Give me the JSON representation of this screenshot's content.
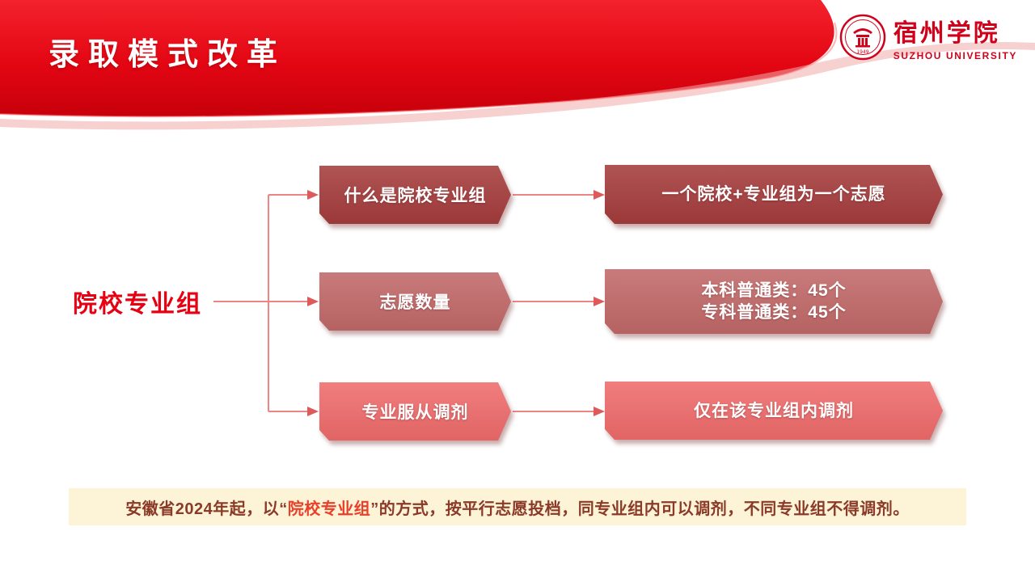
{
  "slide": {
    "title": "录取模式改革"
  },
  "logo": {
    "name_cn": "宿州学院",
    "name_en": "SUZHOU UNIVERSITY"
  },
  "diagram": {
    "root": "院校专业组",
    "rows": [
      {
        "mid": "什么是院校专业组",
        "right_lines": [
          "一个院校+专业组为一个志愿"
        ],
        "color": "#a53c3c"
      },
      {
        "mid": "志愿数量",
        "right_lines": [
          "本科普通类：45个",
          "专科普通类：45个"
        ],
        "color": "#c16868"
      },
      {
        "mid": "专业服从调剂",
        "right_lines": [
          "仅在该专业组内调剂"
        ],
        "color": "#ef6b6b"
      }
    ]
  },
  "footer": {
    "text_before": "安徽省2024年起，以“",
    "highlight": "院校专业组",
    "text_after": "”的方式，按平行志愿投档，同专业组内可以调剂，不同专业组不得调剂。"
  },
  "colors": {
    "header_red": "#e30613",
    "root_label": "#e60012",
    "row1": "#a53c3c",
    "row2": "#c16868",
    "row3": "#ef6b6b",
    "connector": "#ee8484",
    "arrowhead": "#dd5b5b",
    "footer_bg": "#fdf3d6",
    "footer_text": "#8a3a28",
    "footer_highlight": "#e8402a",
    "logo_red": "#d0021b"
  }
}
